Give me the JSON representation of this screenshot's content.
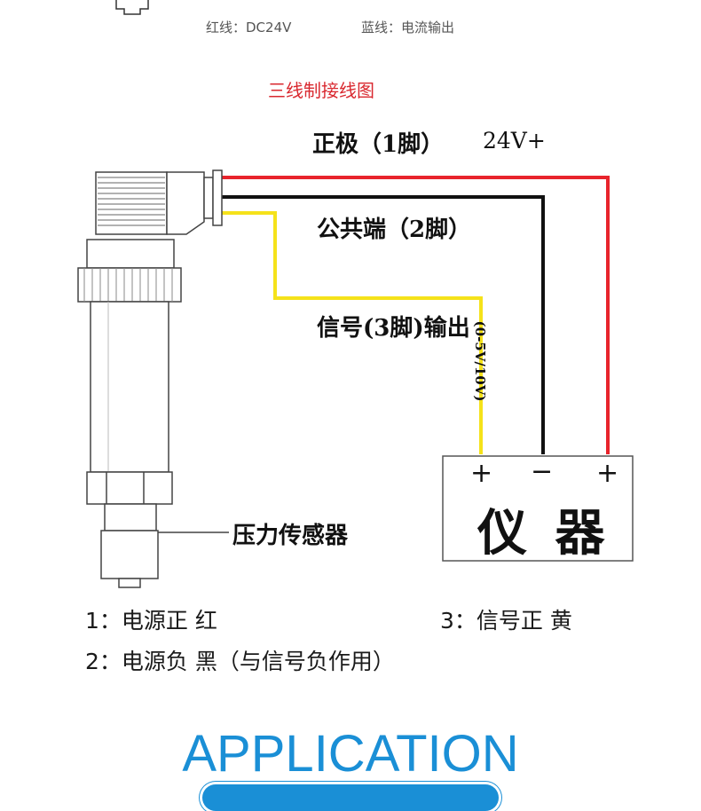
{
  "top_notes": {
    "red_wire": "红线：DC24V",
    "blue_wire": "蓝线：电流输出"
  },
  "section_title": "三线制接线图",
  "wire_labels": {
    "positive": "正极（1脚）",
    "voltage": "24V+",
    "common": "公共端（2脚）",
    "signal": "信号(3脚)输出",
    "signal_range": "(0-5V/10V)"
  },
  "instrument": {
    "label": "仪 器",
    "terminals": [
      "+",
      "−",
      "+"
    ]
  },
  "sensor_label": "压力传感器",
  "legend": {
    "item1": "1：电源正  红",
    "item2": "2：电源负  黑（与信号负作用）",
    "item3": "3：信号正  黄"
  },
  "application_title": "APPLICATION",
  "colors": {
    "red_wire": "#e8242c",
    "black_wire": "#111111",
    "yellow_wire": "#f5e21a",
    "accent_blue": "#1a8fd6",
    "title_red": "#d9282f"
  },
  "icons": [
    "pressure-sensor-drawing",
    "instrument-box"
  ]
}
